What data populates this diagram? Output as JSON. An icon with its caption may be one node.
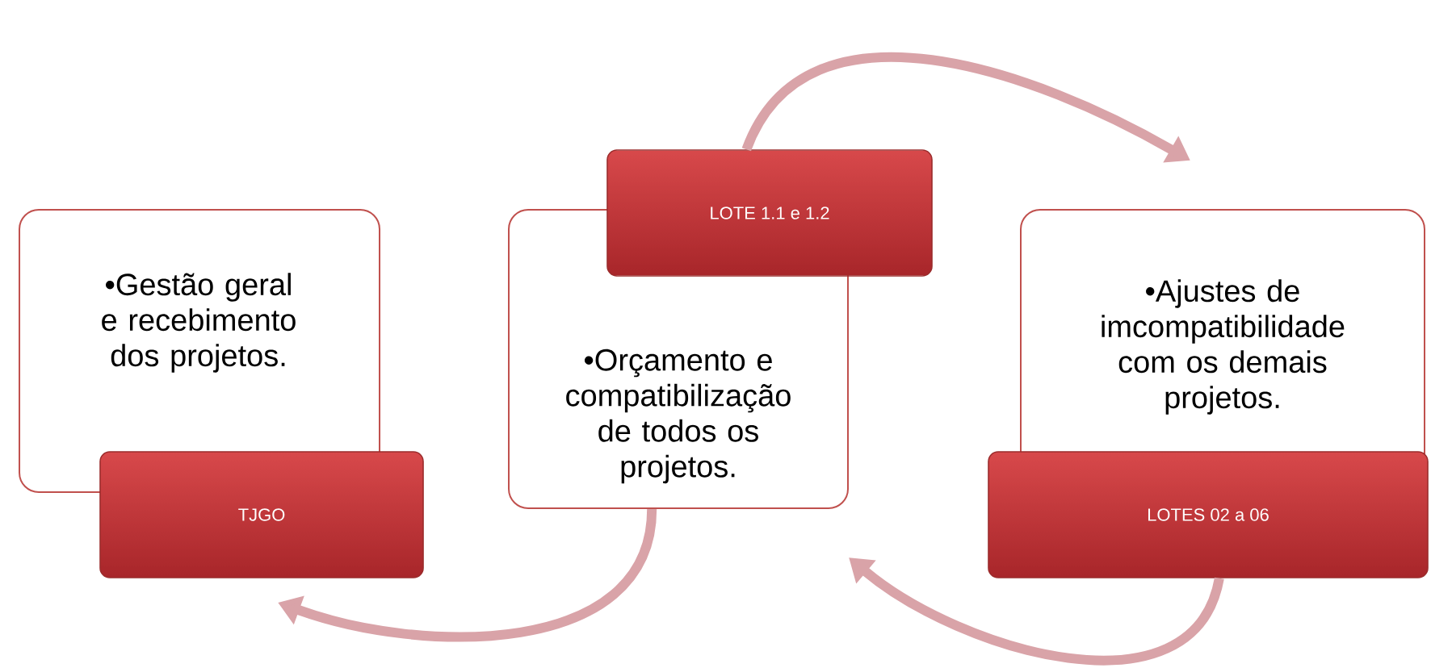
{
  "diagram": {
    "nodes": [
      {
        "text": [
          "•Gestão geral e recebimento dos projetos."
        ]
      },
      {
        "text": [
          "TJGO"
        ]
      },
      {
        "text": [
          "•Orçamento e compatibilização de todos os projetos."
        ]
      },
      {
        "text": [
          "LOTE 1.1 e 1.2"
        ]
      },
      {
        "text": [
          "•Ajustes de imcompatibilidade com os demais projetos."
        ]
      },
      {
        "text": [
          "LOTES 02 a 06"
        ]
      }
    ],
    "edges": [
      {
        "from": 3,
        "to": 4,
        "arrow": "to"
      },
      {
        "from": 5,
        "to": 2,
        "arrow": "to"
      },
      {
        "from": 2,
        "to": 1,
        "arrow": "to"
      }
    ]
  }
}
